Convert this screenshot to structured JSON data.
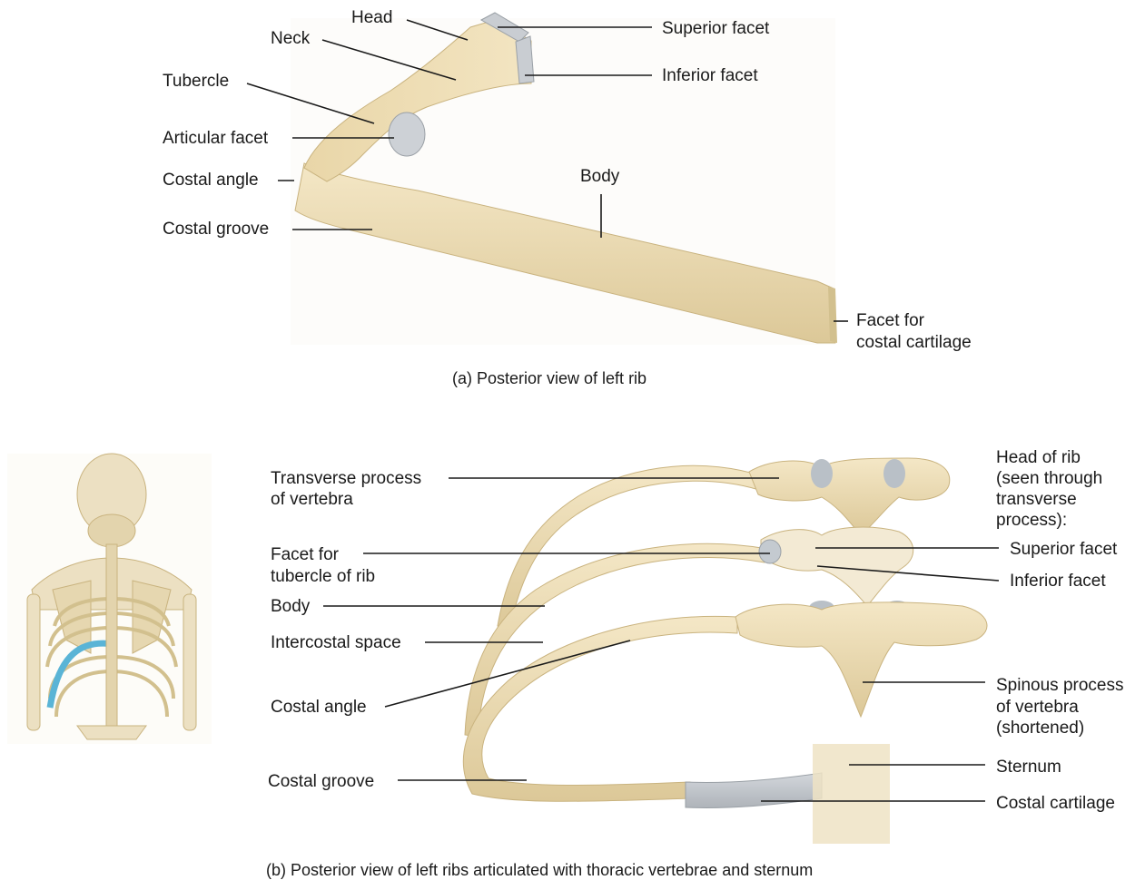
{
  "panel_a": {
    "caption": "(a) Posterior view of left rib",
    "labels": {
      "head": "Head",
      "neck": "Neck",
      "tubercle": "Tubercle",
      "articular_facet": "Articular facet",
      "costal_angle": "Costal angle",
      "costal_groove": "Costal groove",
      "superior_facet": "Superior facet",
      "inferior_facet": "Inferior facet",
      "body": "Body",
      "facet_costal_cartilage_1": "Facet for",
      "facet_costal_cartilage_2": "costal cartilage"
    }
  },
  "panel_b": {
    "caption": "(b) Posterior view of left ribs articulated with thoracic vertebrae and sternum",
    "labels": {
      "transverse_process_1": "Transverse process",
      "transverse_process_2": "of vertebra",
      "facet_tubercle_1": "Facet for",
      "facet_tubercle_2": "tubercle of rib",
      "body": "Body",
      "intercostal_space": "Intercostal space",
      "costal_angle": "Costal angle",
      "costal_groove": "Costal groove",
      "head_of_rib_1": "Head of rib",
      "head_of_rib_2": "(seen through",
      "head_of_rib_3": "transverse",
      "head_of_rib_4": "process):",
      "superior_facet": "Superior facet",
      "inferior_facet": "Inferior facet",
      "spinous_1": "Spinous process",
      "spinous_2": "of vertebra",
      "spinous_3": "(shortened)",
      "sternum": "Sternum",
      "costal_cartilage": "Costal cartilage"
    }
  },
  "colors": {
    "bone": "#efdfb8",
    "bone_shadow": "#d8c391",
    "cartilage": "#c3c7cc",
    "highlight_rib": "#5ab4d6",
    "leader_line": "#1a1a1a"
  }
}
